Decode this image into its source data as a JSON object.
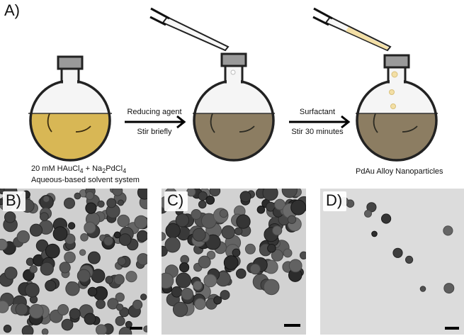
{
  "panel_a": {
    "label": "A)",
    "start_caption_line1": "20 mM HAuCl",
    "start_caption_sub1": "4",
    "start_caption_mid": " + Na",
    "start_caption_sub2": "2",
    "start_caption_mid2": "PdCl",
    "start_caption_sub3": "4",
    "start_caption_line2": "Aqueous-based solvent system",
    "arrow1_top": "Reducing agent",
    "arrow1_bottom": "Stir briefly",
    "arrow2_top": "Surfactant",
    "arrow2_bottom": "Stir 30 minutes",
    "product_caption": "PdAu Alloy Nanoparticles",
    "colors": {
      "gold_solution": "#d8b755",
      "brown_solution": "#8c7d62",
      "flask_glass": "#f4f4f4",
      "neck": "#9a9a9a"
    }
  },
  "tem_panels": [
    {
      "label": "B)"
    },
    {
      "label": "C)"
    },
    {
      "label": "D)"
    }
  ]
}
